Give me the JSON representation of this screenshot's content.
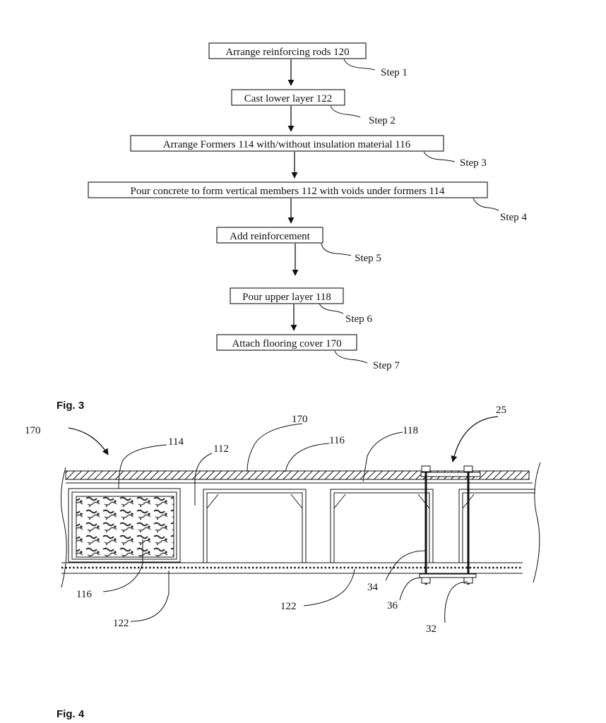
{
  "flowchart": {
    "steps": [
      {
        "text": "Arrange reinforcing rods 120",
        "label": "Step 1"
      },
      {
        "text": "Cast lower layer 122",
        "label": "Step 2"
      },
      {
        "text": "Arrange Formers 114 with/without insulation material 116",
        "label": "Step 3"
      },
      {
        "text": "Pour concrete to form vertical members 112 with voids under formers 114",
        "label": "Step 4"
      },
      {
        "text": "Add reinforcement",
        "label": "Step 5"
      },
      {
        "text": "Pour upper layer 118",
        "label": "Step 6"
      },
      {
        "text": "Attach flooring cover 170",
        "label": "Step 7"
      }
    ],
    "caption": "Fig. 3"
  },
  "section": {
    "caption": "Fig. 4",
    "labels": {
      "l170a": "170",
      "l114": "114",
      "l112": "112",
      "l170b": "170",
      "l116a": "116",
      "l118": "118",
      "l25": "25",
      "l116b": "116",
      "l122a": "122",
      "l122b": "122",
      "l34": "34",
      "l36": "36",
      "l32": "32"
    }
  }
}
